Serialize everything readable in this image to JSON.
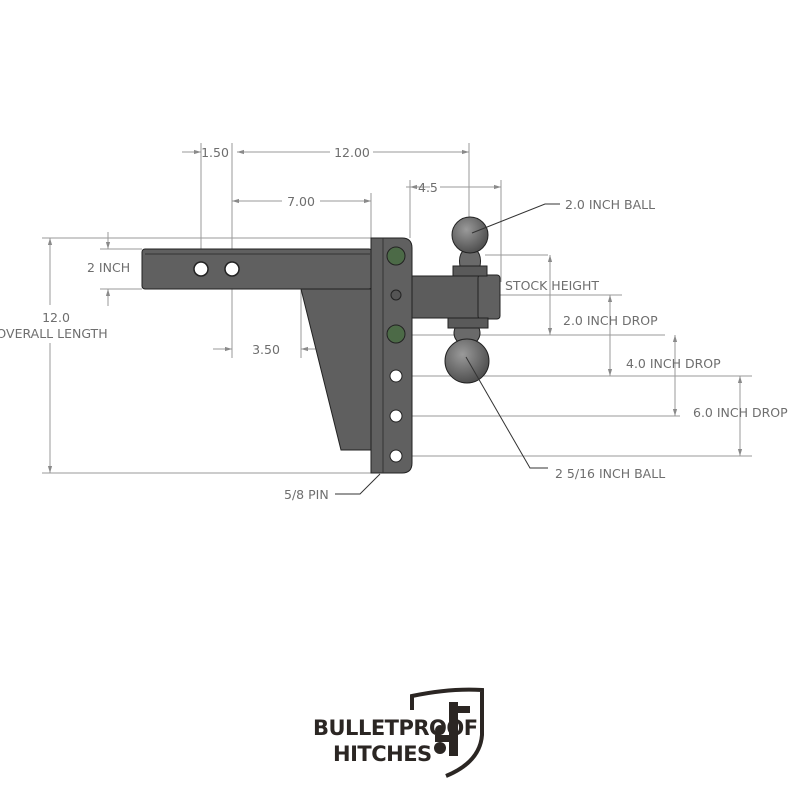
{
  "dimensions": {
    "shank_offset": "1.50",
    "total_length": "12.00",
    "shank_to_plate": "7.00",
    "ball_offset": "4.5",
    "shank_height": "2 INCH",
    "overall_length_value": "12.0",
    "overall_length_label": "OVERALL LENGTH",
    "gusset_offset": "3.50",
    "stock_height": "STOCK HEIGHT",
    "drop_2": "2.0 INCH DROP",
    "drop_4": "4.0 INCH DROP",
    "drop_6": "6.0 INCH DROP",
    "pin": "5/8 PIN"
  },
  "callouts": {
    "top_ball": "2.0 INCH BALL",
    "bottom_ball": "2  5/16 INCH BALL"
  },
  "logo": {
    "line1": "BULLETPROOF",
    "line2": "HITCHES"
  },
  "colors": {
    "steel": "#5e5e5e",
    "green_pin": "#4c6a47",
    "dimension_line": "#9a9a9a"
  }
}
